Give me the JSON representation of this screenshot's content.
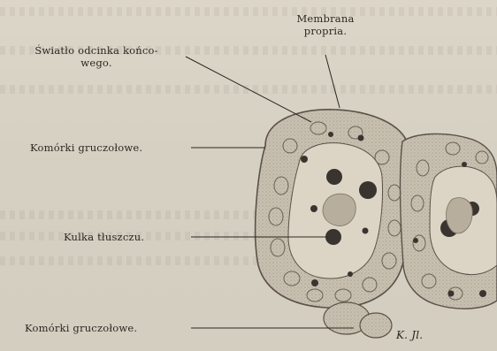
{
  "labels": {
    "membrana_1": "Membrana",
    "membrana_2": "propria.",
    "swiatlo_1": "Światło odcinka końco-",
    "swiatlo_2": "wego.",
    "komorki_upper": "Komórki gruczołowe.",
    "kulka": "Kulka tłuszczu.",
    "komorki_lower": "Komórki gruczołowe.",
    "signature": "K. Jl."
  },
  "colors": {
    "paper": "#d8d2c4",
    "ink": "#2b2722",
    "tissue": "#c9c1b1",
    "nucleus": "#3a3430"
  }
}
